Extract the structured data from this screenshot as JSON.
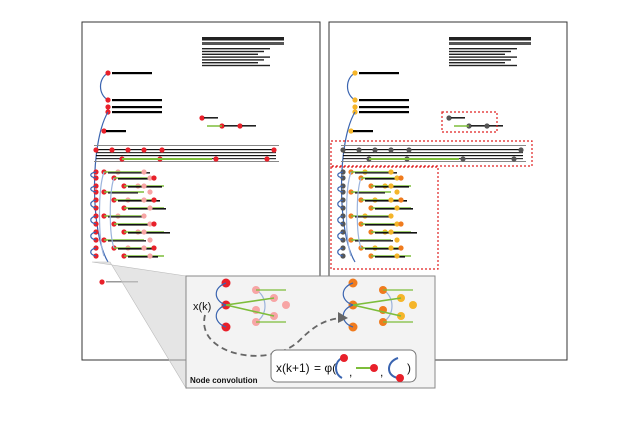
{
  "inset": {
    "title": "Node convolution",
    "state_label": "x(k)",
    "formula": {
      "lhs": "x(k+1)",
      "eq": "= φ(",
      "sep1": ",",
      "sep2": ",",
      "close": ")"
    }
  },
  "colors": {
    "node_red": "#e8202a",
    "node_pink": "#f7a5a5",
    "node_orange": "#f07b1e",
    "node_yellow": "#f5b52a",
    "node_grey": "#555555",
    "edge_blue": "#3a64b0",
    "edge_green": "#7dbd3a",
    "edge_light_blue": "#9bb3dc",
    "highlight_red": "#e02020",
    "text_bar": "#000000"
  }
}
